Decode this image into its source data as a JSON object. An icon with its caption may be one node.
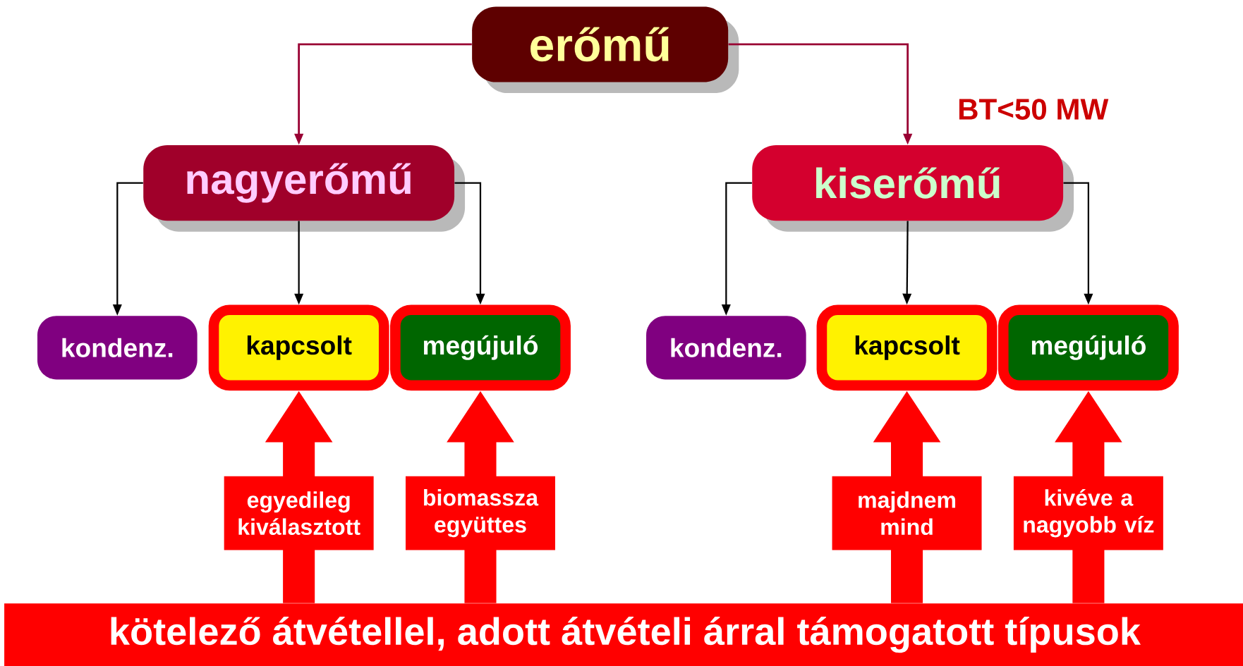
{
  "diagram": {
    "nodes": [
      {
        "text": [
          "erőmű"
        ]
      },
      {
        "text": [
          "nagyerőmű"
        ]
      },
      {
        "text": [
          "kiserőmű"
        ]
      },
      {
        "text": [
          "kondenz."
        ]
      },
      {
        "text": [
          "kapcsolt"
        ]
      },
      {
        "text": [
          "megújuló"
        ]
      },
      {
        "text": [
          "kondenz."
        ]
      },
      {
        "text": [
          "kapcsolt"
        ]
      },
      {
        "text": [
          "megújuló"
        ]
      },
      {
        "text": [
          "kötelező átvétellel, adott átvételi árral támogatott típusok"
        ]
      }
    ],
    "edges": [
      {
        "from": 0,
        "to": 1,
        "arrow": "to",
        "color": "#990033"
      },
      {
        "from": 0,
        "to": 2,
        "arrow": "to",
        "color": "#990033"
      },
      {
        "from": 1,
        "to": 3,
        "arrow": "to"
      },
      {
        "from": 1,
        "to": 4,
        "arrow": "to"
      },
      {
        "from": 1,
        "to": 5,
        "arrow": "to"
      },
      {
        "from": 2,
        "to": 6,
        "arrow": "to"
      },
      {
        "from": 2,
        "to": 7,
        "arrow": "to"
      },
      {
        "from": 2,
        "to": 8,
        "arrow": "to"
      },
      {
        "from": 9,
        "to": 4,
        "arrow": "to",
        "label": "egyedileg kiválasztott",
        "style": "thick",
        "color": "#ff0000"
      },
      {
        "from": 9,
        "to": 5,
        "arrow": "to",
        "label": "biomassza együttes",
        "style": "thick",
        "color": "#ff0000"
      },
      {
        "from": 9,
        "to": 7,
        "arrow": "to",
        "label": "majdnem mind",
        "style": "thick",
        "color": "#ff0000"
      },
      {
        "from": 9,
        "to": 8,
        "arrow": "to",
        "label": "kivéve a nagyobb víz",
        "style": "thick",
        "color": "#ff0000"
      }
    ],
    "labels": [
      "BT<50 MW"
    ]
  }
}
